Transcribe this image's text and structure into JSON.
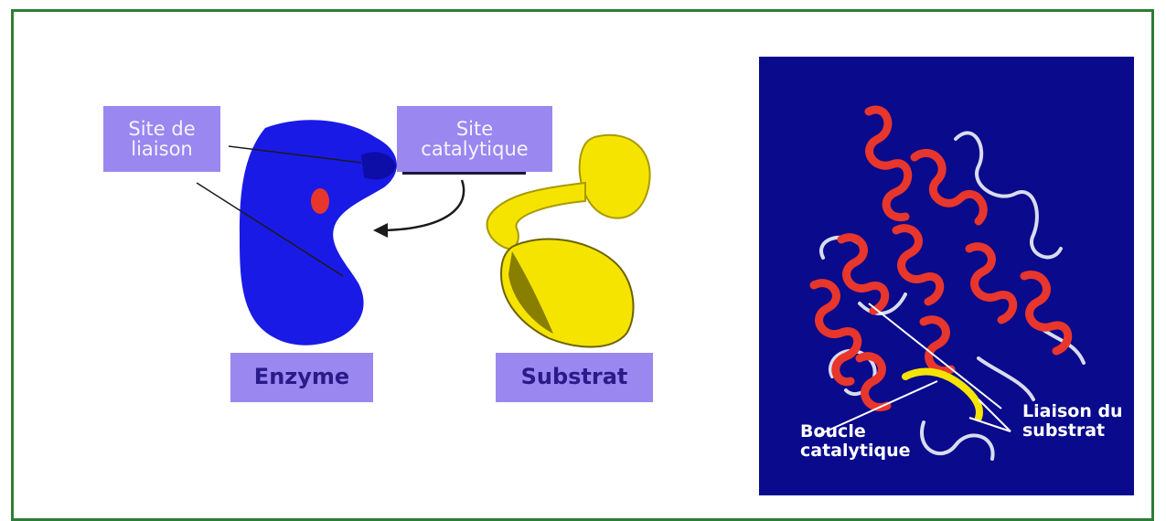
{
  "labels": {
    "site_de_liaison_line1": "Site de",
    "site_de_liaison_line2": "liaison",
    "site_catalytique_line1": "Site",
    "site_catalytique_line2": "catalytique",
    "enzyme": "Enzyme",
    "substrat": "Substrat",
    "boucle_line1": "Boucle",
    "boucle_line2": "catalytique",
    "liaison_line1": "Liaison du",
    "liaison_line2": "substrat"
  },
  "colors": {
    "frame": "#2e7d32",
    "label_bg": "#9b87f0",
    "enzyme": "#1a1ae6",
    "substrate": "#f5e400",
    "panel_bg": "#0a0a8c",
    "helix": "#e8362c",
    "coil": "#d8dcef",
    "loop_highlight": "#f5e400"
  }
}
